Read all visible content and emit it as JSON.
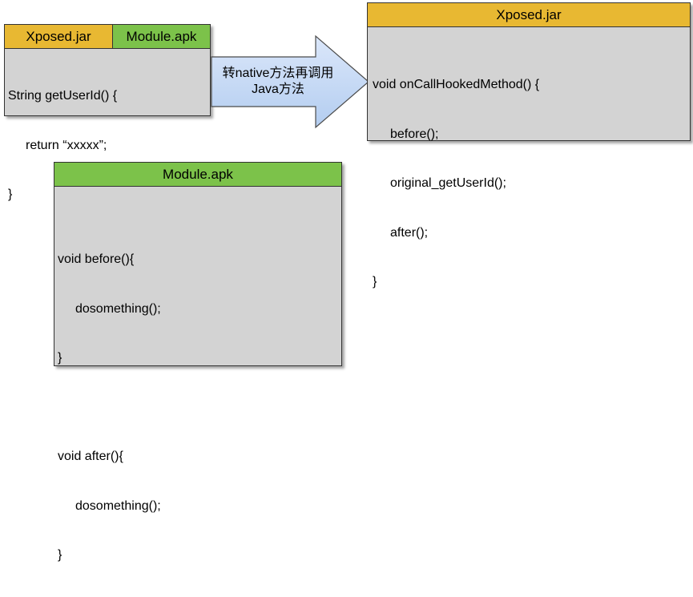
{
  "top_left_box": {
    "header_left": "Xposed.jar",
    "header_right": "Module.apk",
    "code": [
      "String getUserId() {",
      "return “xxxxx”;",
      "}"
    ]
  },
  "arrow": {
    "label_line1": "转native方法再调用",
    "label_line2": "Java方法"
  },
  "xposed_box": {
    "header": "Xposed.jar",
    "code": [
      "void onCallHookedMethod() {",
      "before();",
      "original_getUserId();",
      "after();",
      "}"
    ]
  },
  "module_box": {
    "header": "Module.apk",
    "code": [
      "void before(){",
      "dosomething();",
      "}",
      "void after(){",
      "dosomething();",
      "}"
    ]
  },
  "colors": {
    "xposed_header": "#e8b832",
    "module_header": "#7cc24a",
    "box_fill": "#d3d3d3",
    "arrow_fill": "#c6d9f5"
  }
}
